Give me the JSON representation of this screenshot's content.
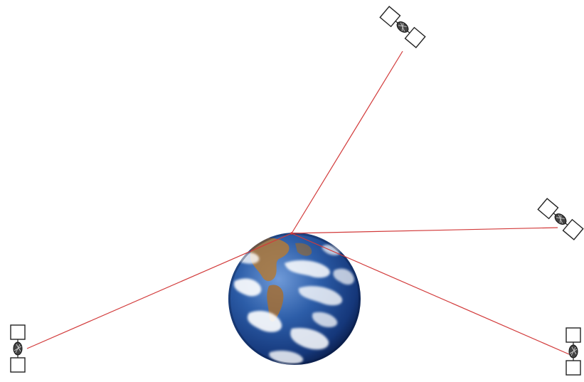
{
  "diagram": {
    "background": "#ffffff",
    "link_color": "#d23a3a",
    "earth": {
      "ocean_color": "#2c5da8",
      "deep_ocean_color": "#0e2a66",
      "cloud_color": "#ffffff",
      "land_color": "#b07a3a",
      "icon": "earth-icon"
    },
    "receiver": {
      "icon": "receiver-point-icon"
    },
    "satellites": [
      {
        "id": "top",
        "icon": "satellite-icon"
      },
      {
        "id": "right",
        "icon": "satellite-icon"
      },
      {
        "id": "bottom-right",
        "icon": "satellite-icon"
      },
      {
        "id": "left",
        "icon": "satellite-icon"
      }
    ]
  }
}
